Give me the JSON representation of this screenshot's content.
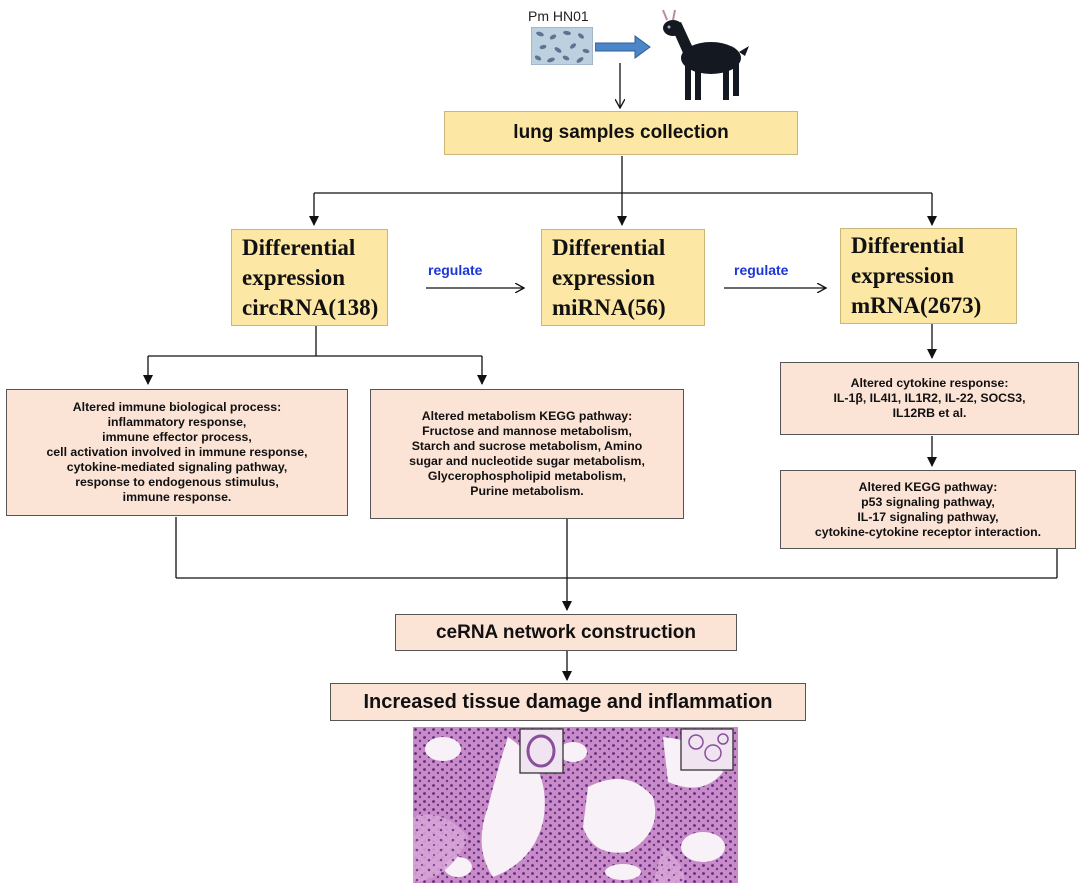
{
  "top": {
    "pathogen_label": "Pm HN01",
    "pathogen_icon": "bacteria-micrograph-icon",
    "goat_icon": "goat-icon"
  },
  "collection": {
    "label": "lung samples collection"
  },
  "circ": {
    "lines": [
      "Differential",
      "expression",
      "circRNA(138)"
    ]
  },
  "mirna": {
    "lines": [
      "Differential",
      "expression",
      "miRNA(56)"
    ]
  },
  "mrna": {
    "lines": [
      "Differential",
      "expression",
      "mRNA(2673)"
    ]
  },
  "regulate_1": "regulate",
  "regulate_2": "regulate",
  "immune": {
    "lines": [
      "Altered immune biological process:",
      "inflammatory response,",
      "immune effector process,",
      "cell activation involved in immune response,",
      "cytokine-mediated signaling pathway,",
      "response to endogenous stimulus,",
      "immune response."
    ]
  },
  "metabolism": {
    "lines": [
      "Altered metabolism KEGG pathway:",
      "Fructose and mannose metabolism,",
      "Starch and sucrose metabolism, Amino",
      "sugar and nucleotide sugar metabolism,",
      "Glycerophospholipid metabolism,",
      "Purine metabolism."
    ]
  },
  "cytokine": {
    "lines": [
      "Altered cytokine response:",
      "IL-1β, IL4I1, IL1R2, IL-22, SOCS3,",
      "IL12RB et al."
    ]
  },
  "kegg": {
    "lines": [
      "Altered KEGG pathway:",
      "p53 signaling pathway,",
      "IL-17 signaling pathway,",
      "cytokine-cytokine receptor interaction."
    ]
  },
  "cerna": {
    "label": "ceRNA network construction"
  },
  "damage": {
    "label": "Increased tissue damage and inflammation"
  },
  "histology": {
    "icon": "lung-histology-image"
  },
  "colors": {
    "yellow_fill": "#fde7a4",
    "peach_fill": "#fbe3d6",
    "regulate_text": "#1a35d8",
    "arrow_blue": "#4a86c8"
  }
}
